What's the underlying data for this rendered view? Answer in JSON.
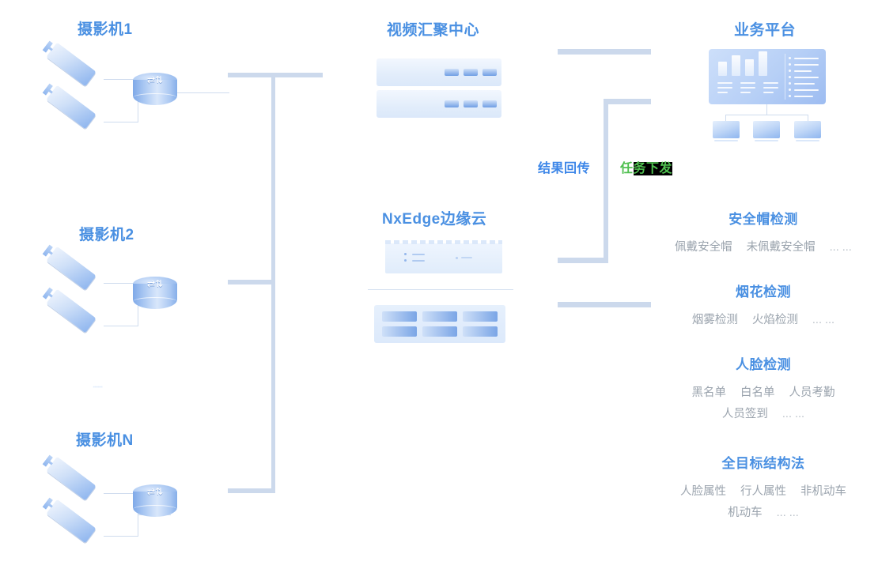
{
  "sections": {
    "cameras": [
      {
        "title": "摄影机1",
        "name": "camera-group-1"
      },
      {
        "title": "摄影机2",
        "name": "camera-group-2"
      },
      {
        "title": "摄影机N",
        "name": "camera-group-n"
      }
    ],
    "video_center": {
      "title": "视频汇聚中心",
      "server_count": 2,
      "leds_per_server": 3
    },
    "edge_cloud": {
      "title": "NxEdge边缘云",
      "rack_blocks": 6
    },
    "business_platform": {
      "title": "业务平台",
      "client_count": 3
    }
  },
  "flows": [
    {
      "label": "结果回传",
      "color": "#3c86e8",
      "name": "flow-result-return"
    },
    {
      "label": "任务下发",
      "color": "#4fbf4f",
      "name": "flow-task-dispatch",
      "highlight_from": 1,
      "highlight_to": 4
    }
  ],
  "capabilities": [
    {
      "title": "安全帽检测",
      "rows": [
        [
          "佩戴安全帽",
          "未佩戴安全帽",
          "... ..."
        ]
      ]
    },
    {
      "title": "烟花检测",
      "rows": [
        [
          "烟雾检测",
          "火焰检测",
          "... ..."
        ]
      ]
    },
    {
      "title": "人脸检测",
      "rows": [
        [
          "黑名单",
          "白名单",
          "人员考勤"
        ],
        [
          "人员签到",
          "... ..."
        ]
      ]
    },
    {
      "title": "全目标结构法",
      "rows": [
        [
          "人脸属性",
          "行人属性",
          "非机动车"
        ],
        [
          "机动车",
          "... ..."
        ]
      ]
    }
  ],
  "micro_text": "......",
  "colors": {
    "title": "#4a90e2",
    "line": "#ccd9ec",
    "capability_item": "#9aa3ad",
    "flow_blue": "#3c86e8",
    "flow_green": "#4fbf4f"
  }
}
